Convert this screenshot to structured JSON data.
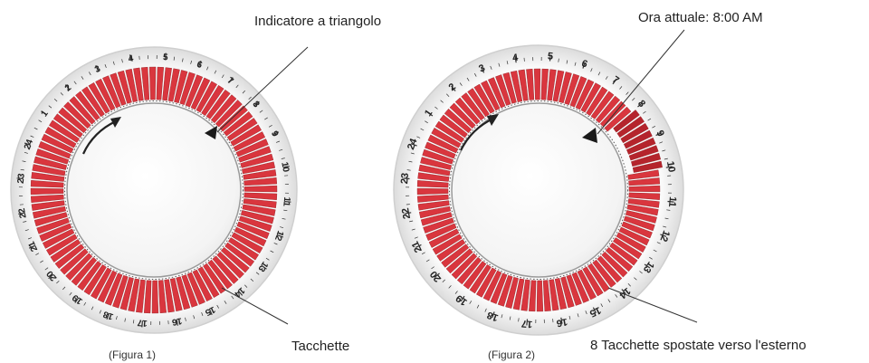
{
  "figures": [
    {
      "caption": "(Figura 1)",
      "top_label": "Indicatore a triangolo",
      "bottom_label": "Tacchette",
      "hour_numbers": [
        "1",
        "2",
        "3",
        "4",
        "5",
        "6",
        "7",
        "8",
        "9",
        "10",
        "11",
        "12",
        "13",
        "14",
        "15",
        "16",
        "17",
        "18",
        "19",
        "20",
        "21",
        "22",
        "23",
        "24"
      ],
      "pushed_out_segments": 0
    },
    {
      "caption": "(Figura 2)",
      "top_label": "Ora attuale: 8:00 AM",
      "bottom_label": "8 Tacchette spostate verso l'esterno",
      "hour_numbers": [
        "1",
        "2",
        "3",
        "4",
        "5",
        "6",
        "7",
        "8",
        "9",
        "10",
        "11",
        "12",
        "13",
        "14",
        "15",
        "16",
        "17",
        "18",
        "19",
        "20",
        "21",
        "22",
        "23",
        "24"
      ],
      "pushed_out_segments": 8
    }
  ],
  "colors": {
    "segment_red": "#d9363e",
    "segment_dark": "#b5242c",
    "rim": "#f4f4f4",
    "face": "#f7f7f7",
    "text": "#222222"
  }
}
